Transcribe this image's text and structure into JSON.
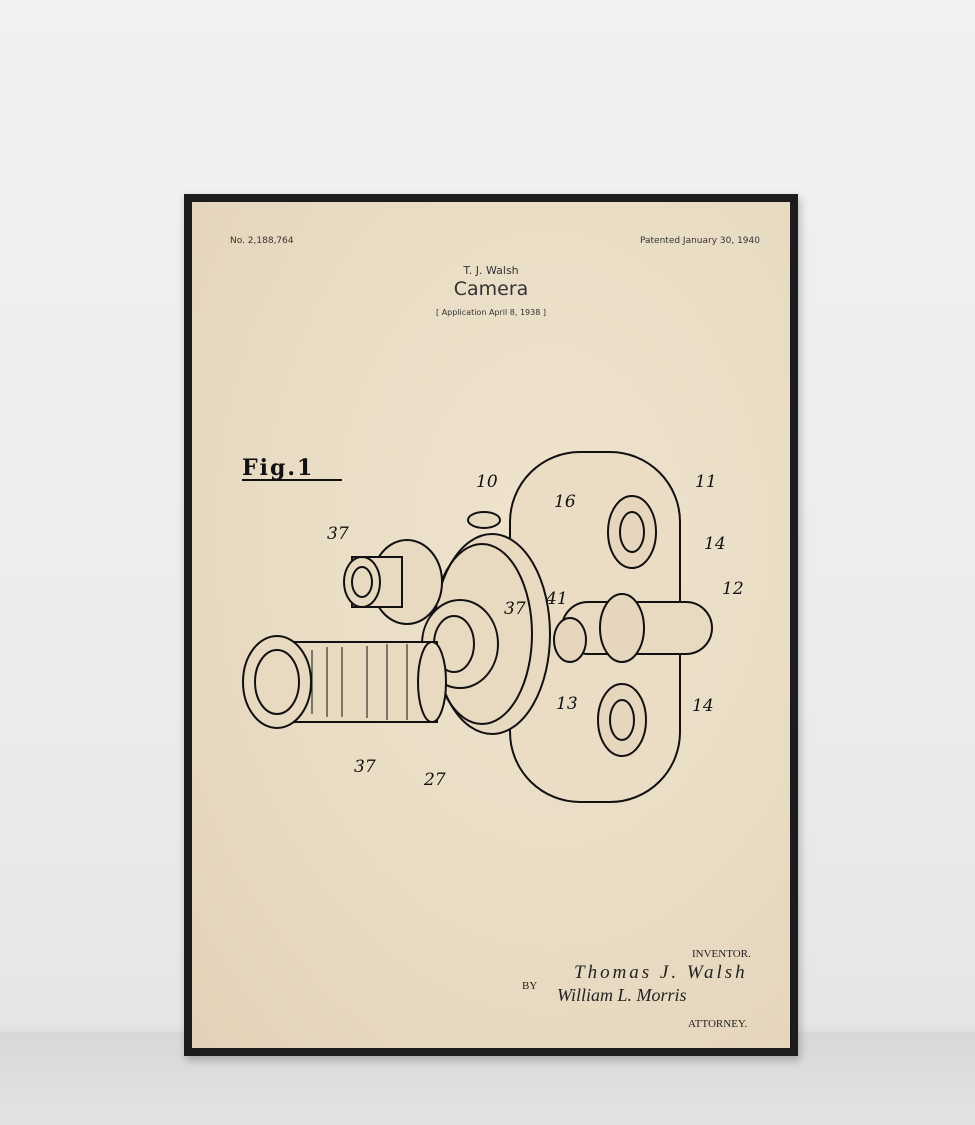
{
  "poster": {
    "patent_number": "No. 2,188,764",
    "patent_date": "Patented January 30, 1940",
    "inventor_name": "T. J. Walsh",
    "title": "Camera",
    "application": "[ Application April 8, 1938 ]",
    "figure_label": "Fig.1",
    "part_labels": [
      "10",
      "11",
      "16",
      "14",
      "37",
      "12",
      "37",
      "41",
      "13",
      "14",
      "37",
      "27"
    ],
    "inventor_label": "INVENTOR.",
    "by_label": "BY",
    "attorney_label": "ATTORNEY.",
    "inventor_signature": "Thomas J. Walsh",
    "attorney_signature": "William L. Morris"
  }
}
